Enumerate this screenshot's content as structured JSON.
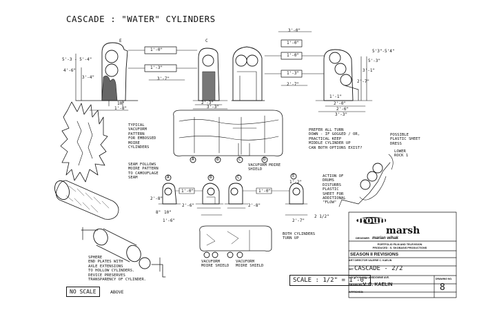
{
  "title": "CASCADE : \"WATER\" CYLINDERS",
  "notes": {
    "vacuform": "TYPICAL\nVACUFORM\nPATTERN\nFOR EMBOSSED\nMOIRE\nCYLINDERS",
    "seam": "SEAM FOLLOWS\nMOIRE PATTERN\nTO CAMOUFLAGE\nSEAM",
    "prefer": "PREFER ALL TURN\nDOWN - IF GOGGED / OR,\nPRACTICAL KEEP\nMIDDLE CYLINDER UP\nCAN BOTH OPTIONS EXIST?",
    "sheet_dress": "POSSIBLE\nPLASTIC SHEET\nDRESS",
    "lower_rock": "LOWER\nROCK 1",
    "drums": "ACTION OF\nDRUMS\nDISTURBS\nPLASTIC\nSHEET FOR\nADDITIONAL\n\"FLOW\"",
    "shield_top": "VACUFORM MOIRE\nSHIELD",
    "shield_bl": "VACUFORM\nMOIRE SHIELD",
    "shield_br": "VACUFORM\nMOIRE SHIELD",
    "turn_up": "BOTH CYLINDERS\nTURN UP",
    "sphere": "SPHERE\nEND PLATES WITH\nAXLE EXTENSIONS\nTO HOLLOW CYLINDERS.\nDEVICE PRESERVES\nTRANSPARENCY OF CYLINDER."
  },
  "dims": {
    "d1_0": "1'-0\"",
    "d1_3": "1'-3\"",
    "d3_7": "3'-7\"",
    "d3_0": "3'-0\"",
    "d5_3_5_4": "5'-3 - 5'-4\"",
    "d5_3": "5'-3\"",
    "d5_3_5_4b": "5'3\"-5'4\"",
    "d4_6": "4'-6\"",
    "d3_4": "3'-4\"",
    "d1_8": "1'-8\"",
    "d10": "10\"",
    "d2_3": "2'-3\"",
    "d3_3": "3'-3\"",
    "d2_6": "2'-6\"",
    "d2_0": "2'-0\"",
    "d1_6": "1'-6\"",
    "d1_1": "1'-1\"",
    "d3_1": "3'-1\"",
    "d2_7": "2'-7\"",
    "d2_8": "2'-8\"",
    "d2_7b": "2'-7\"",
    "d1_2": "1'-2\"",
    "d2_1_2": "2 1/2\"",
    "d8": "8\""
  },
  "markers": {
    "e": "E",
    "c": "C",
    "a": "A",
    "b": "B",
    "d": "D"
  },
  "scale_note": "NO SCALE",
  "scale_above": "ABOVE",
  "scale": "SCALE : 1/2\" = 1'-0\"",
  "titleblock": {
    "logo_line1": "groundling",
    "logo_line2": "marsh",
    "designer_label": "DESIGNER",
    "designer": "marian wihak",
    "produced": "PORTFOLIO FILM AND TELEVISION\nPRODUCED : S. SKOBASIS PRODUCTIONS",
    "season": "SEASON II REVISIONS",
    "art_director": "ART DIRECTOR  VALERIE C. KAELIN",
    "set_label": "SET",
    "set_name": "CASCADE - 2/2",
    "location": "LOCATION  960 LANSDOWNE AVE.",
    "drawn_label": "DRAWN BY",
    "drawn_by": "V. C. KAELIN",
    "approved": "APPROVED:",
    "sheet_label": "DRAWING NO.",
    "sheet_no": "8"
  }
}
